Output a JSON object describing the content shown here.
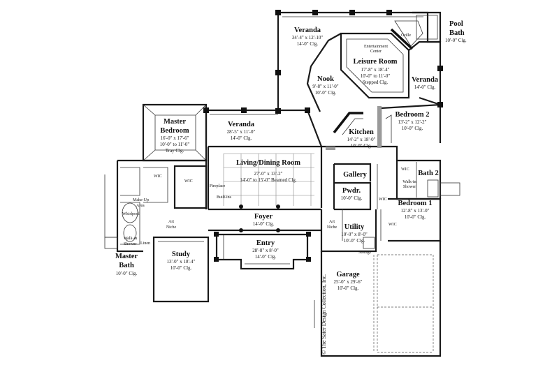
{
  "rooms": [
    {
      "id": "veranda-top",
      "name": "Veranda",
      "lines": [
        "34'-4\" x 12'-10\"",
        "14'-0\" Clg."
      ]
    },
    {
      "id": "pool-bath",
      "name": "Pool Bath",
      "name_lines": [
        "Pool",
        "Bath"
      ],
      "lines": [
        "10'-0\" Clg."
      ]
    },
    {
      "id": "grille",
      "name": "Grille",
      "lines": []
    },
    {
      "id": "entertainment-center",
      "name": "Entertainment Center",
      "name_lines": [
        "Entertainment",
        "Center"
      ],
      "lines": []
    },
    {
      "id": "leisure-room",
      "name": "Leisure Room",
      "lines": [
        "17'-8\" x 18'-4\"",
        "10'-0\" to 11'-0\"",
        "Stepped Clg."
      ]
    },
    {
      "id": "veranda-right",
      "name": "Veranda",
      "lines": [
        "14'-0\" Clg."
      ]
    },
    {
      "id": "nook",
      "name": "Nook",
      "lines": [
        "9'-8\" x 11'-0\"",
        "10'-0\" Clg."
      ]
    },
    {
      "id": "master-bedroom",
      "name": "Master Bedroom",
      "name_lines": [
        "Master",
        "Bedroom"
      ],
      "lines": [
        "16'-0\" x 17'-6\"",
        "10'-0\" to 11'-0\"",
        "Tray Clg."
      ]
    },
    {
      "id": "veranda-mid",
      "name": "Veranda",
      "lines": [
        "28'-5\" x 11'-0\"",
        "14'-0\" Clg."
      ]
    },
    {
      "id": "kitchen",
      "name": "Kitchen",
      "lines": [
        "14'-2\" x 18'-0\"",
        "10'-0\" Clg."
      ]
    },
    {
      "id": "bedroom-2",
      "name": "Bedroom 2",
      "lines": [
        "13'-2\" x 12'-2\"",
        "10'-0\" Clg."
      ]
    },
    {
      "id": "living-dining",
      "name": "Living/Dining Room",
      "lines": [
        "27'-0\" x 13'-2\"",
        "14'-0\" to 15'-0\" Beamed Clg."
      ]
    },
    {
      "id": "gallery",
      "name": "Gallery",
      "lines": []
    },
    {
      "id": "bath-2",
      "name": "Bath 2",
      "lines": []
    },
    {
      "id": "walk-in-shower-2",
      "name": "Walk-in Shower",
      "name_lines": [
        "Walk-in",
        "Shower"
      ],
      "lines": []
    },
    {
      "id": "wic-1",
      "name": "WIC",
      "lines": []
    },
    {
      "id": "wic-2",
      "name": "WIC",
      "lines": []
    },
    {
      "id": "wic-3",
      "name": "WIC",
      "lines": []
    },
    {
      "id": "wic-4",
      "name": "WIC",
      "lines": []
    },
    {
      "id": "wic-5",
      "name": "WIC",
      "lines": []
    },
    {
      "id": "fireplace",
      "name": "Fireplace",
      "lines": []
    },
    {
      "id": "built-ins",
      "name": "Built-ins",
      "lines": []
    },
    {
      "id": "make-up-area",
      "name": "Make-Up Area",
      "name_lines": [
        "Make-Up",
        "Area"
      ],
      "lines": []
    },
    {
      "id": "whirlpool",
      "name": "Whirlpool",
      "lines": []
    },
    {
      "id": "art-niche-1",
      "name": "Art Niche",
      "name_lines": [
        "Art",
        "Niche"
      ],
      "lines": []
    },
    {
      "id": "art-niche-2",
      "name": "Art Niche",
      "name_lines": [
        "Art",
        "Niche"
      ],
      "lines": []
    },
    {
      "id": "foyer",
      "name": "Foyer",
      "lines": [
        "14'-0\" Clg."
      ]
    },
    {
      "id": "pwdr",
      "name": "Pwdr.",
      "lines": [
        "10'-0\" Clg."
      ]
    },
    {
      "id": "bedroom-1",
      "name": "Bedroom 1",
      "lines": [
        "12'-8\" x 13'-0\"",
        "10'-0\" Clg."
      ]
    },
    {
      "id": "walk-in-shower-m",
      "name": "Walk-in Shower",
      "name_lines": [
        "Walk-in",
        "Shower"
      ],
      "lines": []
    },
    {
      "id": "linen",
      "name": "Linen",
      "lines": []
    },
    {
      "id": "utility",
      "name": "Utility",
      "lines": [
        "10'-0\" x 8'-0\"",
        "10'-0\" Clg."
      ]
    },
    {
      "id": "master-bath",
      "name": "Master Bath",
      "name_lines": [
        "Master",
        "Bath"
      ],
      "lines": [
        "10'-0\" Clg."
      ]
    },
    {
      "id": "study",
      "name": "Study",
      "lines": [
        "13'-0\" x 18'-4\"",
        "10'-0\" Clg."
      ]
    },
    {
      "id": "entry",
      "name": "Entry",
      "lines": [
        "28'-8\" x 8'-0\"",
        "14'-0\" Clg."
      ]
    },
    {
      "id": "storage",
      "name": "Storage",
      "lines": []
    },
    {
      "id": "garage",
      "name": "Garage",
      "lines": [
        "25'-0\" x 29'-6\"",
        "10'-0\" Clg."
      ]
    }
  ],
  "credit": "© The Sater Design Collection, Inc."
}
